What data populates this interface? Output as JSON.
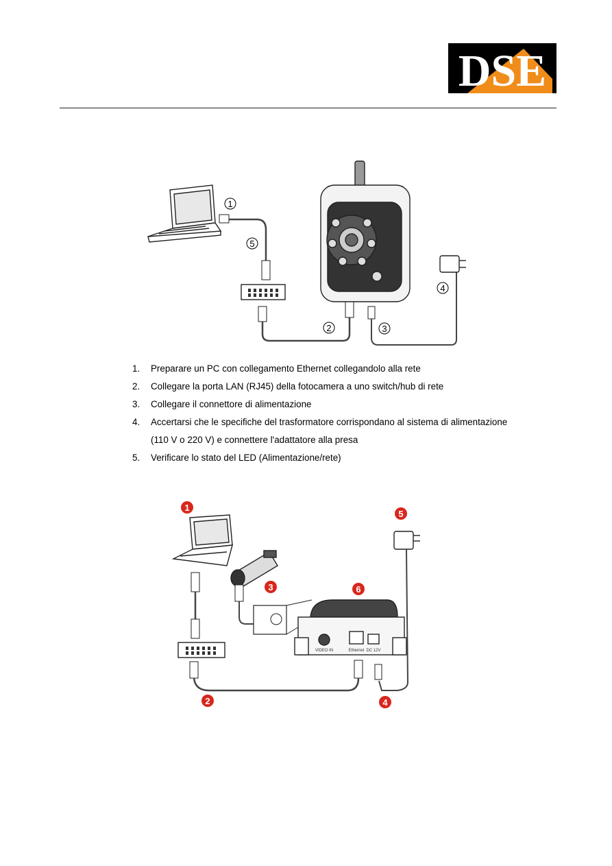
{
  "header": {
    "logo_text": "DSE",
    "brand_colors": {
      "background": "#000000",
      "accent": "#f08c1a",
      "letters": "#ffffff"
    }
  },
  "figure1": {
    "callouts": [
      "1",
      "2",
      "3",
      "4",
      "5"
    ],
    "device": "ip-camera"
  },
  "steps": [
    {
      "number": "1.",
      "text": "Preparare un PC con collegamento Ethernet collegandolo alla rete"
    },
    {
      "number": "2.",
      "text": "Collegare la porta LAN (RJ45) della fotocamera a uno switch/hub di rete"
    },
    {
      "number": "3.",
      "text": "Collegare il connettore di alimentazione"
    },
    {
      "number": "4.",
      "text": "Accertarsi che le specifiche del trasformatore corrispondano al sistema di alimentazione",
      "continuation": "(110 V o 220 V) e connettere l'adattatore alla presa"
    },
    {
      "number": "5.",
      "text": "Verificare lo stato del LED (Alimentazione/rete)"
    }
  ],
  "figure2": {
    "callouts": [
      "1",
      "2",
      "3",
      "4",
      "5",
      "6"
    ],
    "callout_color": "#d9261c",
    "device": "video-server",
    "port_labels": [
      "VIDEO IN",
      "Ethernet",
      "DC 12V"
    ]
  }
}
